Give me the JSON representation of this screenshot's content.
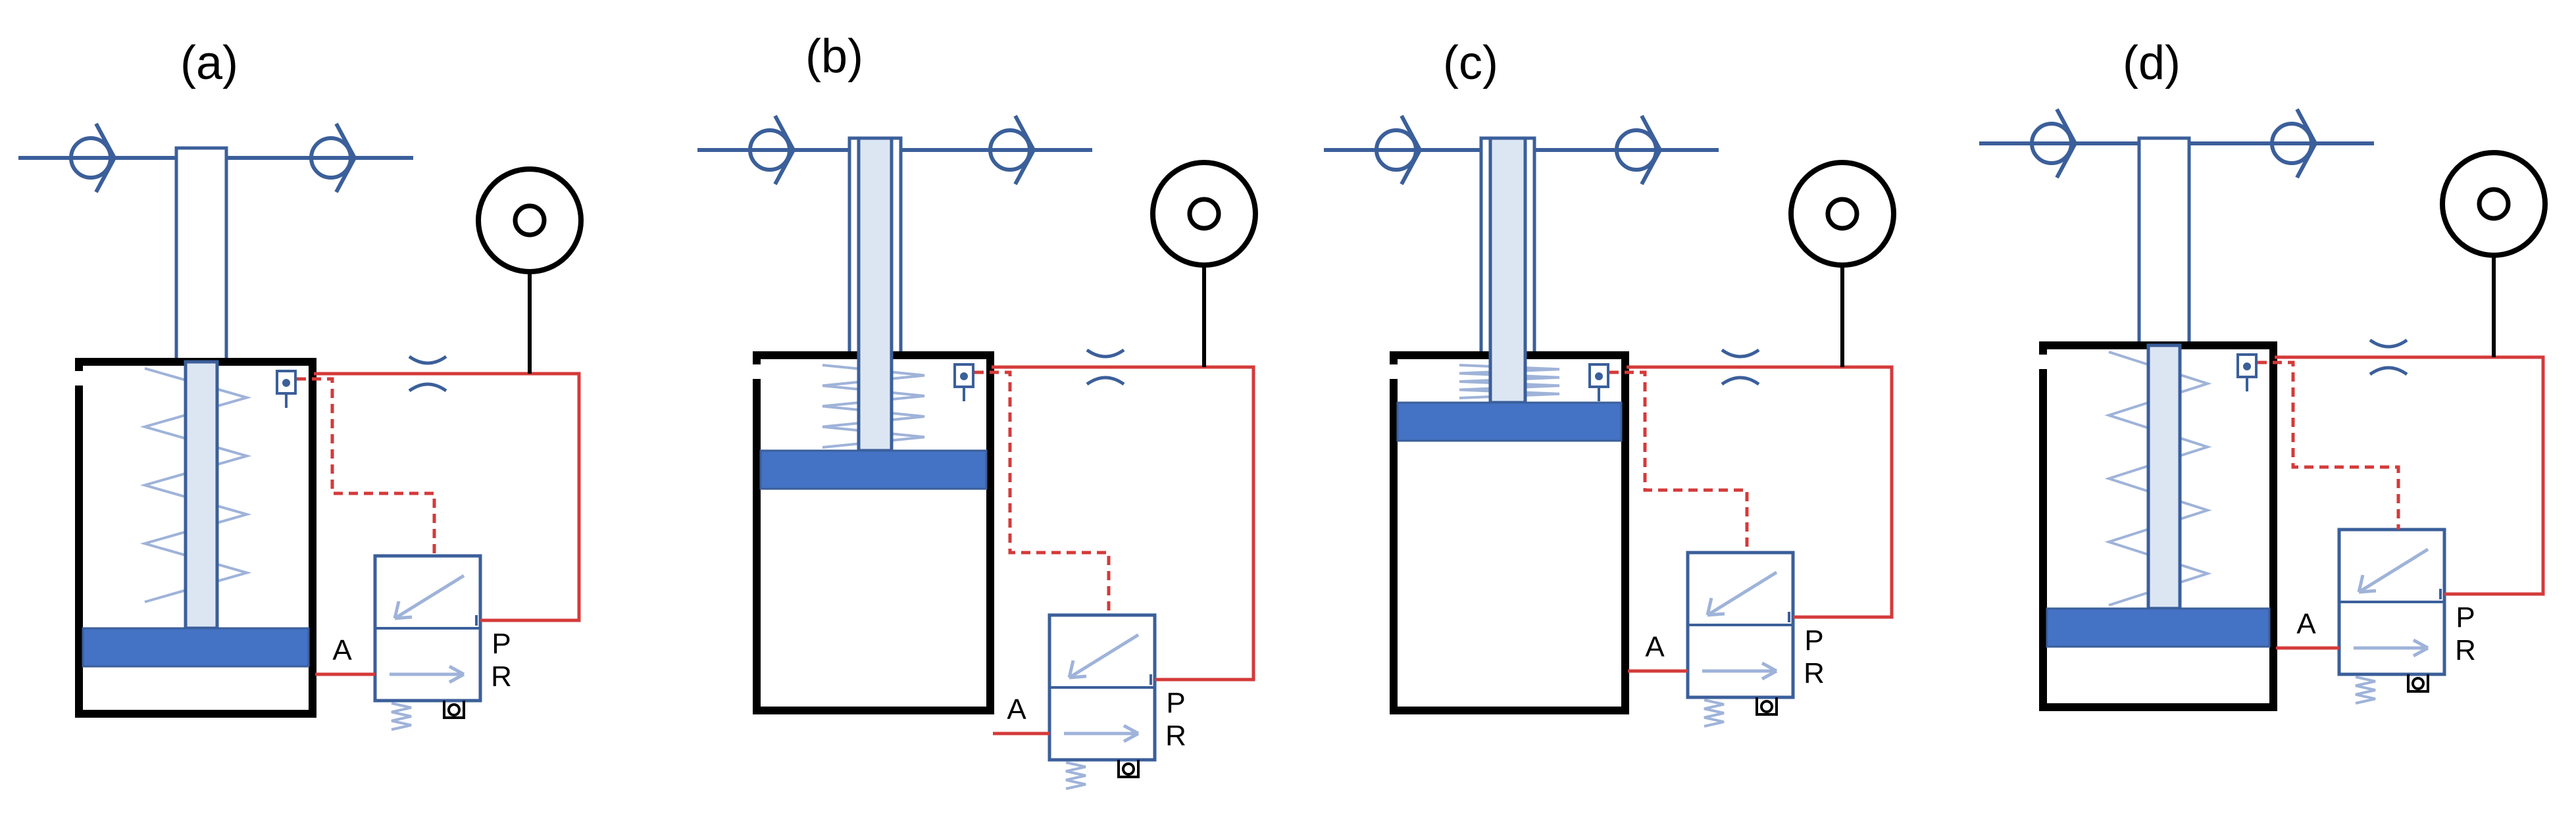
{
  "panels": [
    {
      "id": "a",
      "label": "(a)",
      "ports": {
        "a": "A",
        "p": "P",
        "r": "R"
      }
    },
    {
      "id": "b",
      "label": "(b)",
      "ports": {
        "a": "A",
        "p": "P",
        "r": "R"
      }
    },
    {
      "id": "c",
      "label": "(c)",
      "ports": {
        "a": "A",
        "p": "P",
        "r": "R"
      }
    },
    {
      "id": "d",
      "label": "(d)",
      "ports": {
        "a": "A",
        "p": "P",
        "r": "R"
      }
    }
  ],
  "colors": {
    "outline": "#000000",
    "pipe": "#3b5f9a",
    "piston": "#4472c4",
    "rod_fill": "#dce6f3",
    "spring": "#9fb3d9",
    "air_line": "#d43a3a"
  }
}
